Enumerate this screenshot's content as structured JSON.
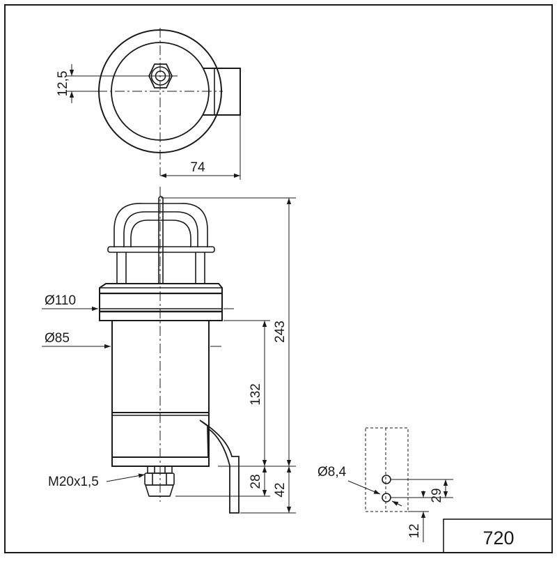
{
  "drawing": {
    "top_view": {
      "offset_dim": "12,5",
      "width_dim": "74"
    },
    "side_view": {
      "diameter_flange": "Ø110",
      "diameter_body": "Ø85",
      "height_total": "243",
      "height_body": "132",
      "thread": "M20x1,5",
      "height_28": "28",
      "height_42": "42"
    },
    "bracket_detail": {
      "hole_diameter": "Ø8,4",
      "hole_spacing": "29",
      "hole_offset": "12"
    },
    "sheet_number": "720"
  },
  "colors": {
    "line": "#1a1a1a",
    "background": "#ffffff"
  }
}
